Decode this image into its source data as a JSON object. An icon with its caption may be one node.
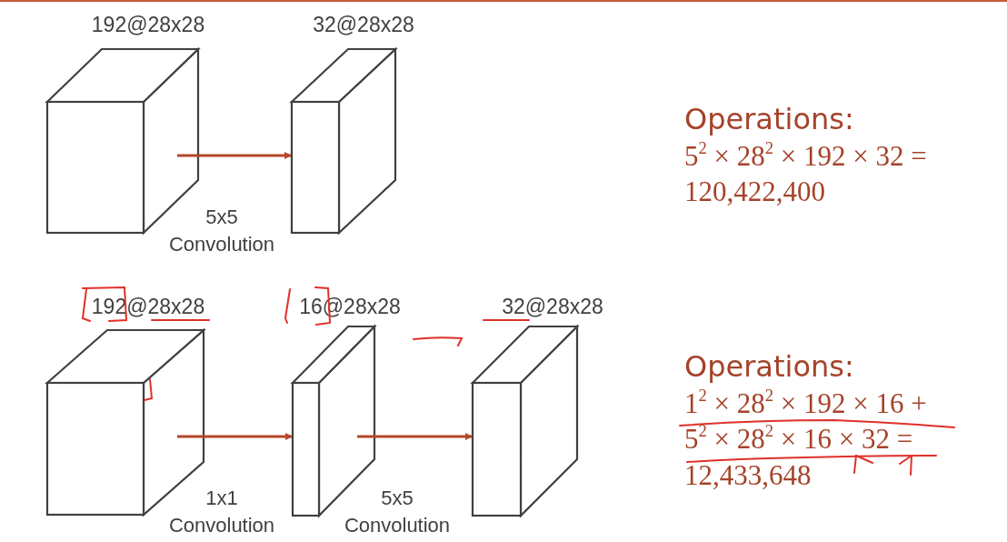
{
  "diagram": {
    "nodes": [
      {
        "text": [
          "192@28x28"
        ]
      },
      {
        "text": [
          "32@28x28"
        ]
      },
      {
        "text": [
          "192@28x28"
        ]
      },
      {
        "text": [
          "16@28x28"
        ]
      },
      {
        "text": [
          "32@28x28"
        ]
      }
    ],
    "edges": [
      {
        "from": 0,
        "to": 1,
        "arrow": "to",
        "label": "5x5 Convolution"
      },
      {
        "from": 2,
        "to": 3,
        "arrow": "to",
        "label": "1x1 Convolution"
      },
      {
        "from": 3,
        "to": 4,
        "arrow": "to",
        "label": "5x5 Convolution"
      }
    ],
    "labels": [
      "Operations:",
      "5$^{2}$ × 28$^{2}$ × 192 × 32 =",
      "120,422,400",
      "Operations:",
      "1$^{2}$ × 28$^{2}$ × 192 × 16 +",
      "5$^{2}$ × 28$^{2}$ × 16 × 32 =",
      "12,433,648"
    ]
  }
}
